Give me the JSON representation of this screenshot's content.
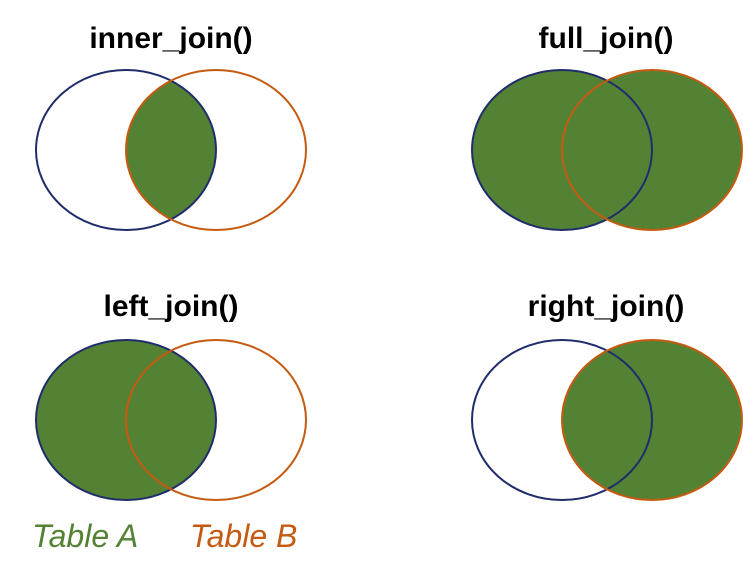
{
  "colors": {
    "fill": "#548235",
    "table_a_stroke": "#1f2d6b",
    "table_b_stroke": "#c55a11",
    "table_a_label": "#548235",
    "table_b_label": "#c55a11",
    "title": "#000000"
  },
  "panels": [
    {
      "title": "inner_join()",
      "highlight": "intersection"
    },
    {
      "title": "full_join()",
      "highlight": "union"
    },
    {
      "title": "left_join()",
      "highlight": "table_a"
    },
    {
      "title": "right_join()",
      "highlight": "table_b"
    }
  ],
  "legend": {
    "table_a": "Table A",
    "table_b": "Table B"
  }
}
